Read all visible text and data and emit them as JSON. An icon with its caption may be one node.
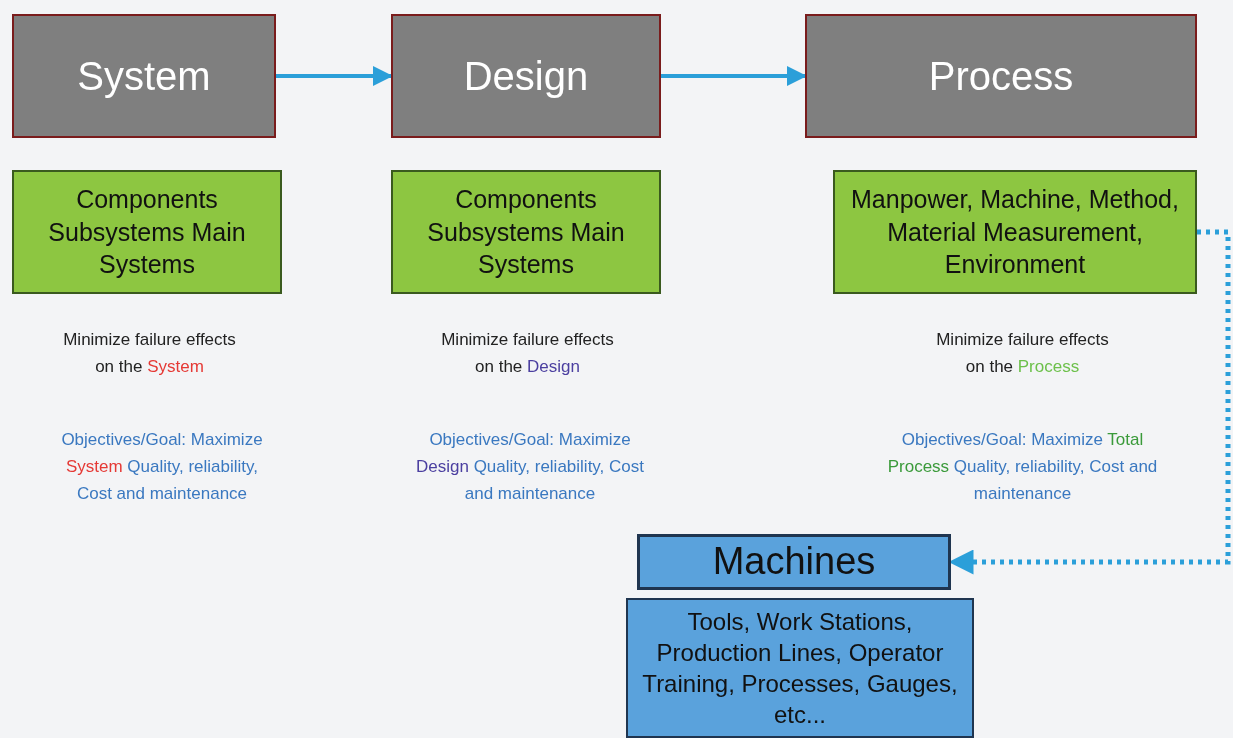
{
  "diagram": {
    "nodes": [
      {
        "text": [
          "System"
        ]
      },
      {
        "text": [
          "Design"
        ]
      },
      {
        "text": [
          "Process"
        ]
      },
      {
        "text": [
          "Components Subsystems Main Systems"
        ]
      },
      {
        "text": [
          "Components Subsystems Main Systems"
        ]
      },
      {
        "text": [
          "Manpower, Machine, Method, Material Measurement, Environment"
        ]
      },
      {
        "text": [
          "Machines"
        ]
      },
      {
        "text": [
          "Tools, Work Stations, Production Lines, Operator Training, Processes, Gauges, etc..."
        ]
      }
    ],
    "edges": [
      {
        "from": 0,
        "to": 1,
        "arrow": "to"
      },
      {
        "from": 1,
        "to": 2,
        "arrow": "to"
      },
      {
        "from": 5,
        "to": 6,
        "arrow": "to",
        "style": "dashed"
      }
    ],
    "labels": [
      "Minimize failure effects on the **System**",
      "Objectives/Goal: Maximize **System** Quality, reliability, Cost and maintenance",
      "Minimize failure effects on the **Design**",
      "Objectives/Goal: Maximize **Design** Quality, reliability, Cost and  maintenance",
      "Minimize failure effects on the **Process**",
      "Objectives/Goal: Maximize **Total Process** Quality, reliability, Cost and maintenance"
    ]
  }
}
